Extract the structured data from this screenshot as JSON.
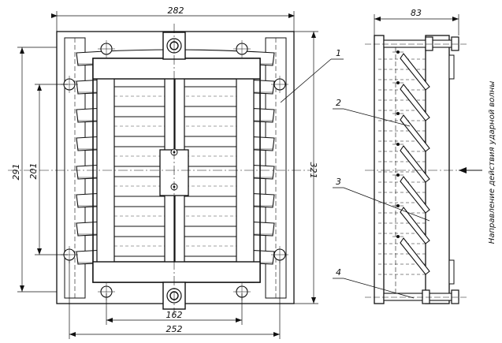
{
  "dimensions": {
    "top_width": "282",
    "side_width": "83",
    "height_outer": "291",
    "height_inner": "201",
    "height_total": "321",
    "bolt_span": "162",
    "bottom_width": "252"
  },
  "callouts": [
    "1",
    "2",
    "3",
    "4"
  ],
  "side_note": "Направление действия ударной волны"
}
